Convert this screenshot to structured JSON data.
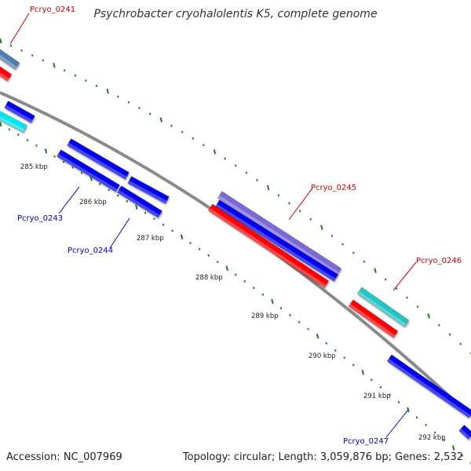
{
  "title": "Psychrobacter cryohalolentis K5, complete genome",
  "accession": "Accession: NC_007969",
  "summary": "Topology: circular; Length: 3,059,876 bp; Genes: 2,532",
  "colors": {
    "backbone": "#8a8a8a",
    "ticks": "#1f7a1f",
    "forward_cds": "#0000ee",
    "reverse_cds": "#ff0000",
    "steelblue_feature": "#4f7fb0",
    "cyan_feature": "#00e5ee",
    "teal_feature": "#22c4c4",
    "purple_feature": "#7b68d6",
    "label_forward": "#0000cc",
    "label_reverse": "#cc0000",
    "kbp_label": "#222222"
  },
  "kbp_labels": [
    "285 kbp",
    "286 kbp",
    "287 kbp",
    "288 kbp",
    "289 kbp",
    "290 kbp",
    "291 kbp",
    "292 kbp"
  ],
  "genes": [
    {
      "name": "Pcryo_0241",
      "strand": "reverse"
    },
    {
      "name": "Pcryo_0243",
      "strand": "forward"
    },
    {
      "name": "Pcryo_0244",
      "strand": "forward"
    },
    {
      "name": "Pcryo_0245",
      "strand": "reverse"
    },
    {
      "name": "Pcryo_0246",
      "strand": "reverse"
    },
    {
      "name": "Pcryo_0247",
      "strand": "forward"
    }
  ]
}
